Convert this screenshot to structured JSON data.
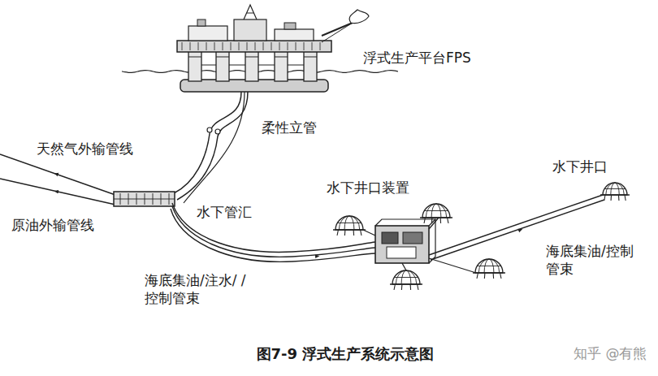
{
  "diagram": {
    "caption": "图7-9 浮式生产系统示意图",
    "labels": [
      "浮式生产平台FPS",
      "柔性立管",
      "天然气外输管线",
      "原油外输管线",
      "水下管汇",
      "水下井口装置",
      "水下井口",
      "海底集油/注水/ /控制管束",
      "海底集油/控制 管束",
      "知乎 @有熊"
    ]
  }
}
